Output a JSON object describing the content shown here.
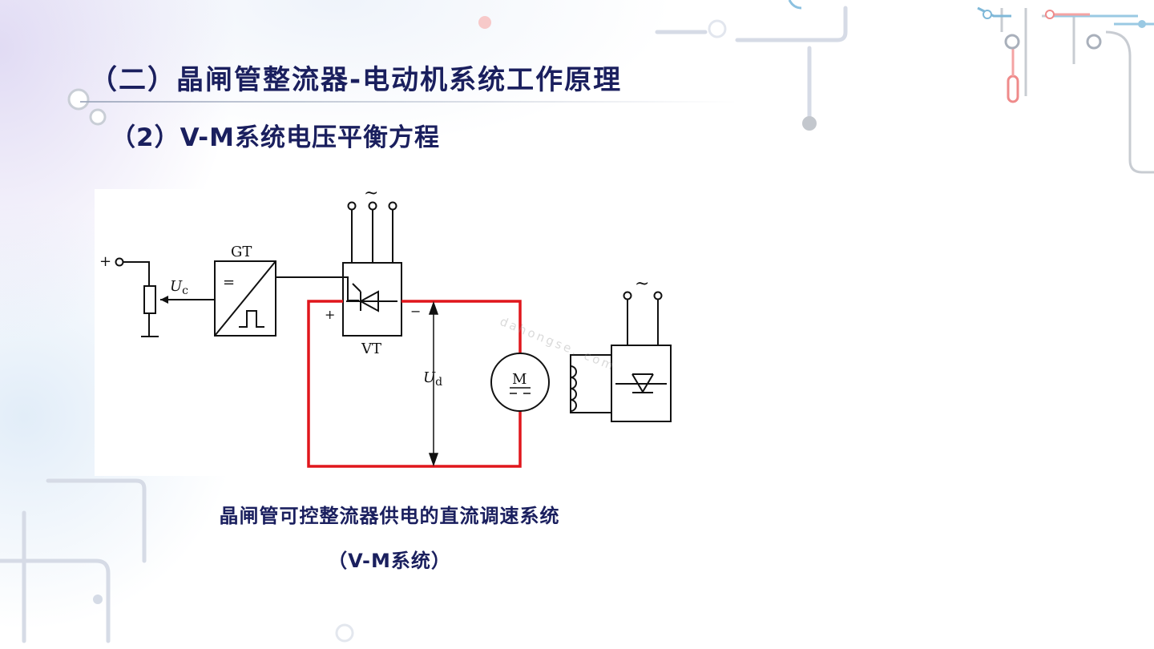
{
  "slide": {
    "title": "（二）晶闸管整流器-电动机系统工作原理",
    "subtitle": "（2）V-M系统电压平衡方程",
    "caption_line1": "晶闸管可控整流器供电的直流调速系统",
    "caption_line2": "（V-M系统）",
    "watermark": "dahongse. com"
  },
  "diagram": {
    "ac_symbol_main": "~",
    "ac_symbol_field": "~",
    "plus_terminal": "+",
    "gt_label": "GT",
    "gt_equal_sign": "=",
    "uc_label": "U",
    "uc_sub": "c",
    "vt_label": "VT",
    "vt_plus": "+",
    "vt_minus": "−",
    "ud_label": "U",
    "ud_sub": "d",
    "motor_label": "M"
  },
  "colors": {
    "title": "#1a1f5e",
    "circuit_highlight": "#e0161c",
    "circuit_line": "#111111"
  }
}
